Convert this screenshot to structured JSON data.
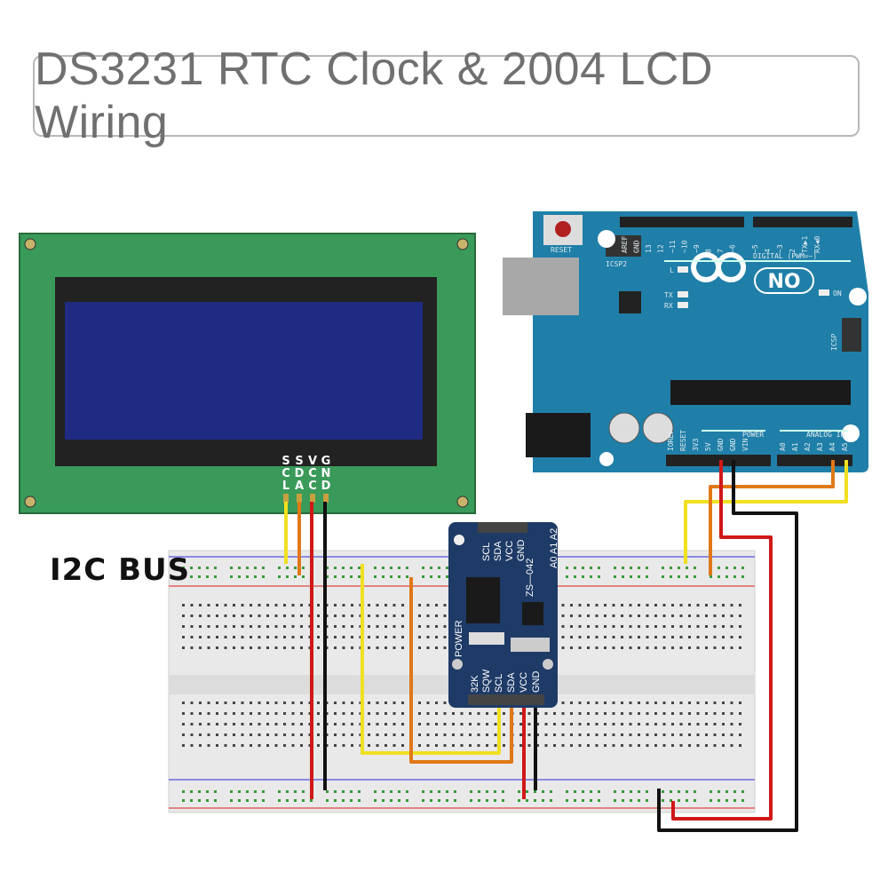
{
  "title": "DS3231 RTC Clock & 2004 LCD Wiring",
  "bus_label": "I2C BUS",
  "lcd": {
    "pins": [
      "SCL",
      "SDA",
      "VCC",
      "GND"
    ]
  },
  "ds3231": {
    "top_pins": [
      "SCL",
      "SDA",
      "VCC",
      "GND"
    ],
    "bottom_pins": [
      "32K",
      "SQW",
      "SCL",
      "SDA",
      "VCC",
      "GND"
    ],
    "model": "ZS—042",
    "address": "A0 A1 A2",
    "power": "POWER"
  },
  "arduino": {
    "reset": "RESET",
    "icsp2": "ICSP2",
    "icsp": "ICSP",
    "digital": "DIGITAL (PWM=~)",
    "power": "POWER",
    "analog": "ANALOG IN",
    "logo": "NO",
    "leds": [
      "L",
      "TX",
      "RX",
      "ON"
    ],
    "digital_pins": [
      "AREF",
      "GND",
      "13",
      "12",
      "~11",
      "~10",
      "~9",
      "8",
      "7",
      "~6",
      "~5",
      "4",
      "~3",
      "2",
      "TX▶1",
      "RX◀0"
    ],
    "power_pins": [
      "IOREF",
      "RESET",
      "3V3",
      "5V",
      "GND",
      "GND",
      "VIN"
    ],
    "analog_pins": [
      "A0",
      "A1",
      "A2",
      "A3",
      "A4",
      "A5"
    ]
  },
  "colors": {
    "scl": "#f0e020",
    "sda": "#e07818",
    "vcc": "#d01818",
    "gnd": "#111111",
    "board": "#1f7fa8",
    "lcd_pcb": "#3a9a5a",
    "module": "#1e3a66"
  }
}
